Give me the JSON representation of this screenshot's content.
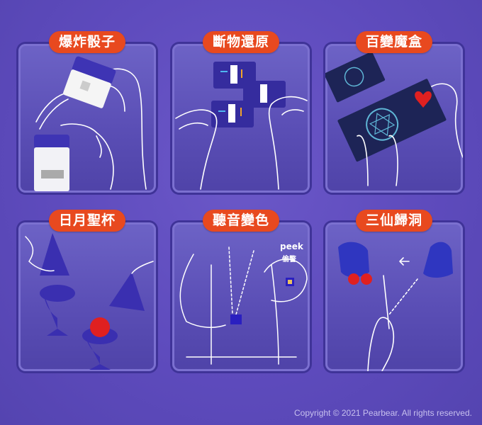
{
  "cards": [
    {
      "label": "爆炸骰子",
      "illustration": "exploding-dice"
    },
    {
      "label": "斷物還原",
      "illustration": "restore-box"
    },
    {
      "label": "百變魔盒",
      "illustration": "card-box"
    },
    {
      "label": "日月聖杯",
      "illustration": "ball-vase"
    },
    {
      "label": "聽音變色",
      "illustration": "color-sense",
      "annotation_en": "peek",
      "annotation_zh": "偷瞥"
    },
    {
      "label": "三仙歸洞",
      "illustration": "cups-and-balls"
    }
  ],
  "colors": {
    "background": "#5e4bbd",
    "card": "#6259bf",
    "label_pill": "#e8491f",
    "label_text": "#ffffff",
    "prop_blue": "#3a2fb0",
    "ball_red": "#e02020"
  },
  "footer": {
    "copyright": "Copyright © 2021 Pearbear. All rights reserved."
  }
}
